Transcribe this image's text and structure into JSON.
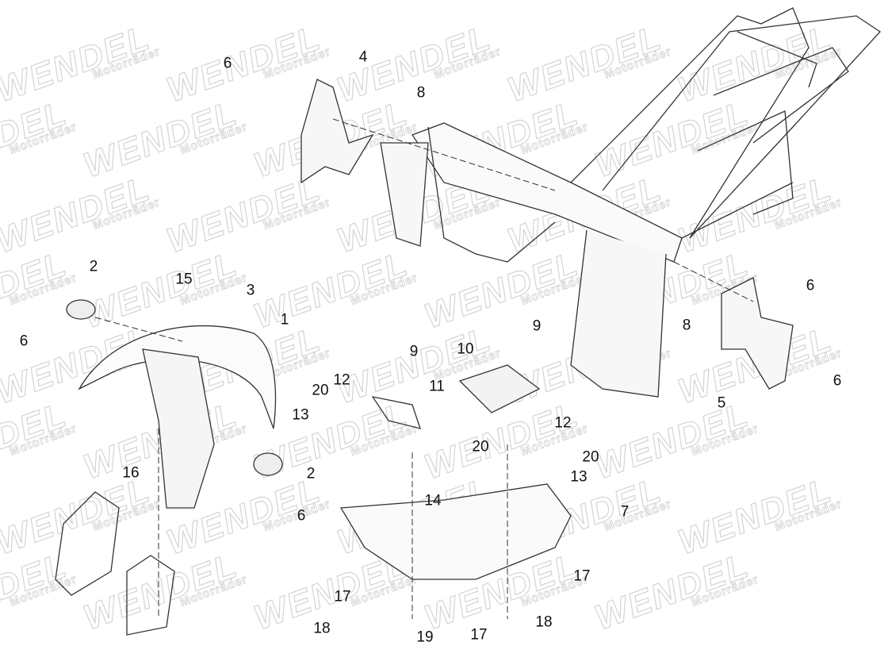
{
  "watermark": {
    "brand": "WENDEL",
    "sub": "Motorräder"
  },
  "callouts": [
    "6",
    "4",
    "8",
    "2",
    "15",
    "3",
    "1",
    "6",
    "9",
    "10",
    "9",
    "12",
    "11",
    "20",
    "13",
    "12",
    "20",
    "20",
    "16",
    "2",
    "13",
    "14",
    "6",
    "7",
    "17",
    "17",
    "18",
    "19",
    "17",
    "18",
    "6",
    "8",
    "6",
    "5"
  ]
}
